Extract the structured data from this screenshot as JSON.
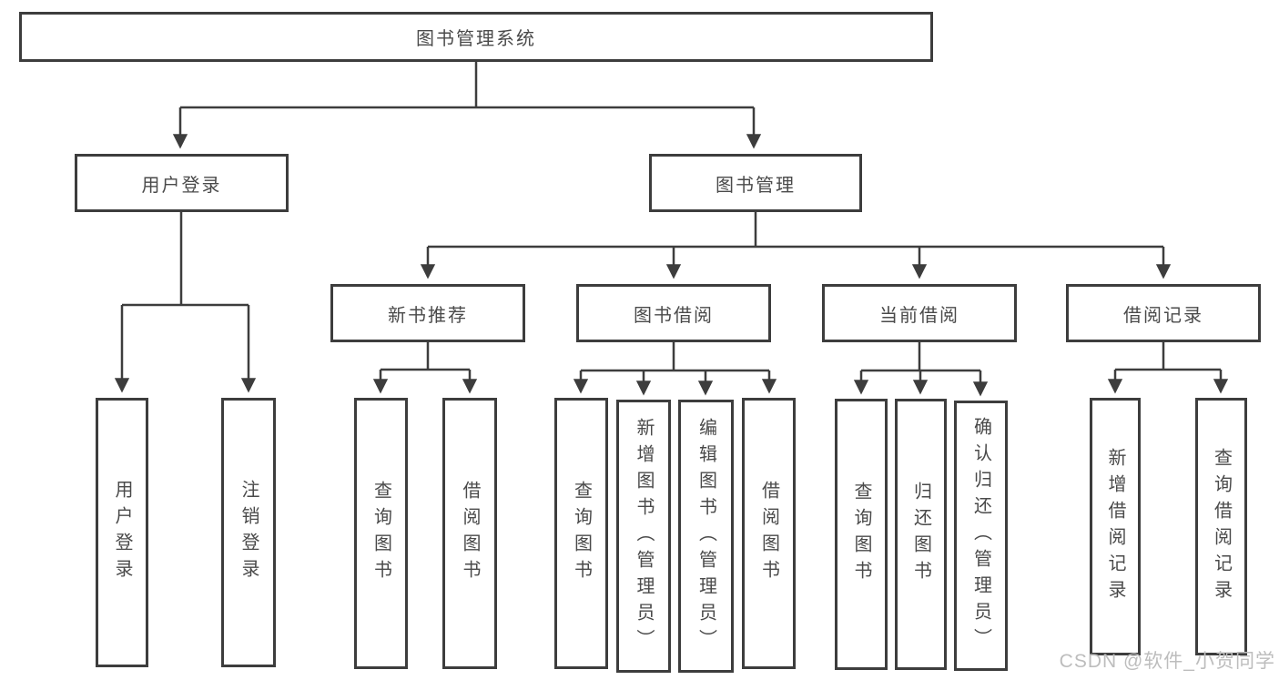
{
  "tree": {
    "label": "图书管理系统",
    "children": [
      {
        "label": "用户登录",
        "children": [
          {
            "label": "用户登录"
          },
          {
            "label": "注销登录"
          }
        ]
      },
      {
        "label": "图书管理",
        "children": [
          {
            "label": "新书推荐",
            "children": [
              {
                "label": "查询图书"
              },
              {
                "label": "借阅图书"
              }
            ]
          },
          {
            "label": "图书借阅",
            "children": [
              {
                "label": "查询图书"
              },
              {
                "label": "新增图书（管理员）"
              },
              {
                "label": "编辑图书（管理员）"
              },
              {
                "label": "借阅图书"
              }
            ]
          },
          {
            "label": "当前借阅",
            "children": [
              {
                "label": "查询图书"
              },
              {
                "label": "归还图书"
              },
              {
                "label": "确认归还（管理员）"
              }
            ]
          },
          {
            "label": "借阅记录",
            "children": [
              {
                "label": "新增借阅记录"
              },
              {
                "label": "查询借阅记录"
              }
            ]
          }
        ]
      }
    ]
  },
  "watermark": "CSDN @软件_小贺同学",
  "colors": {
    "line": "#3d3d3d",
    "text": "#4a4a4a",
    "watermark": "#bdbdbd",
    "background": "#ffffff"
  }
}
